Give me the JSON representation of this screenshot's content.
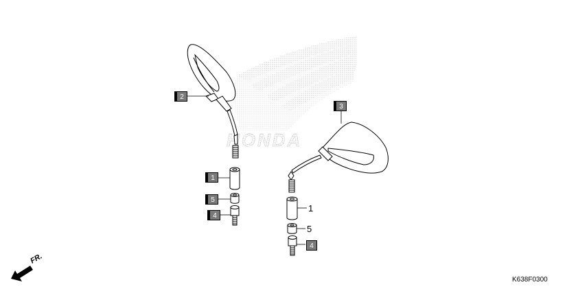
{
  "callouts": {
    "label_1": "1",
    "label_2": "2",
    "label_3": "3",
    "label_4": "4",
    "label_5": "5"
  },
  "direction": {
    "label": "FR.",
    "icon": "arrow-down-left-icon"
  },
  "drawing_code": "K638F0300",
  "watermark": {
    "icon": "honda-wing-logo-icon",
    "text": "HONDA"
  },
  "colors": {
    "label_box": "#7a7a7a",
    "line": "#000000",
    "watermark": "#c8c8c8"
  }
}
